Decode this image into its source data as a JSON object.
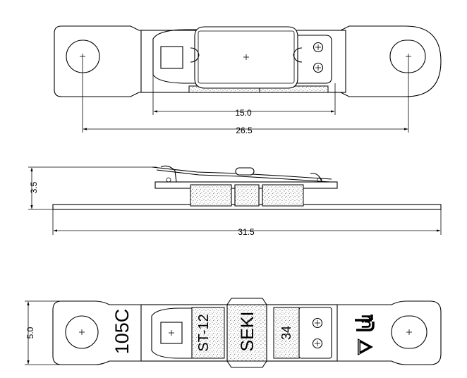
{
  "top_view": {
    "dimensions": {
      "inner_width": "15.0",
      "overall_centres": "26.5"
    }
  },
  "side_view": {
    "dimensions": {
      "height": "3.5",
      "overall_length": "31.5"
    }
  },
  "bottom_view": {
    "dimensions": {
      "width": "5.0"
    },
    "markings": {
      "temperature_code": "105C",
      "model": "ST-12",
      "brand": "SEKI",
      "code": "34"
    },
    "cert_marks": [
      "UL recognized component mark",
      "TÜV mark"
    ]
  }
}
